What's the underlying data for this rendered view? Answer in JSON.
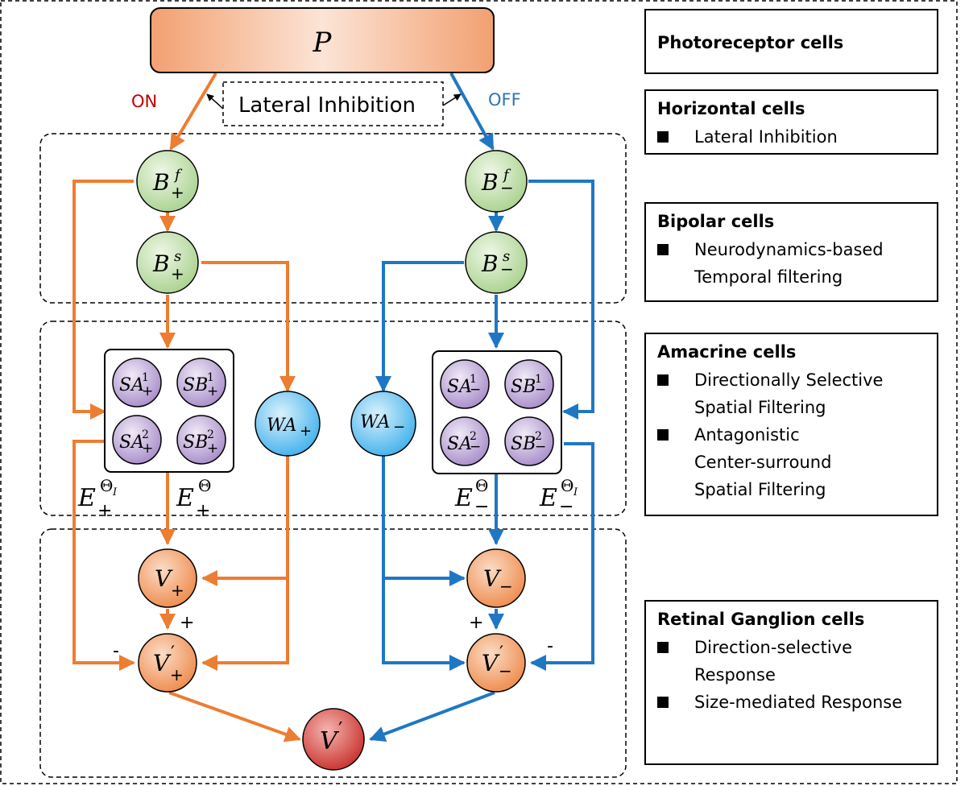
{
  "labels": {
    "on": "ON",
    "off": "OFF",
    "lateral_inhibition": "Lateral Inhibition",
    "plus_on": "+",
    "minus_on": "-",
    "plus_off": "+",
    "minus_off": "-"
  },
  "panels": [
    {
      "title": "Photoreceptor cells",
      "items": []
    },
    {
      "title": "Horizontal cells",
      "items": [
        "Lateral Inhibition"
      ]
    },
    {
      "title": "Bipolar cells",
      "items": [
        "Neurodynamics-based Temporal filtering"
      ]
    },
    {
      "title": "Amacrine cells",
      "items": [
        "Directionally Selective Spatial Filtering",
        "Antagonistic Center-surround Spatial Filtering"
      ]
    },
    {
      "title": "Retinal Ganglion cells",
      "items": [
        "Direction-selective Response",
        "Size-mediated Response"
      ]
    }
  ],
  "nodes": {
    "P": "P",
    "B": "B",
    "SA": "SA",
    "SB": "SB",
    "WA": "WA",
    "V": "V",
    "E": "E",
    "sub_plus": "+",
    "sub_minus": "−",
    "sup_f": "f",
    "sup_s": "s",
    "sup_1": "1",
    "sup_2": "2",
    "sup_theta": "Θ",
    "sup_theta_i": "I",
    "prime": "′"
  },
  "colors": {
    "on": "#ED7D31",
    "off": "#1F77C4",
    "on_label": "#C00000",
    "off_label": "#2E75B6",
    "bipolar_fill": "#C9E3B4",
    "amacrine_fill": "#B9A3D3",
    "wide_fill": "#5BBFF0",
    "ganglion_fill": "#F4A46A",
    "output_fill": "#D9534F"
  }
}
